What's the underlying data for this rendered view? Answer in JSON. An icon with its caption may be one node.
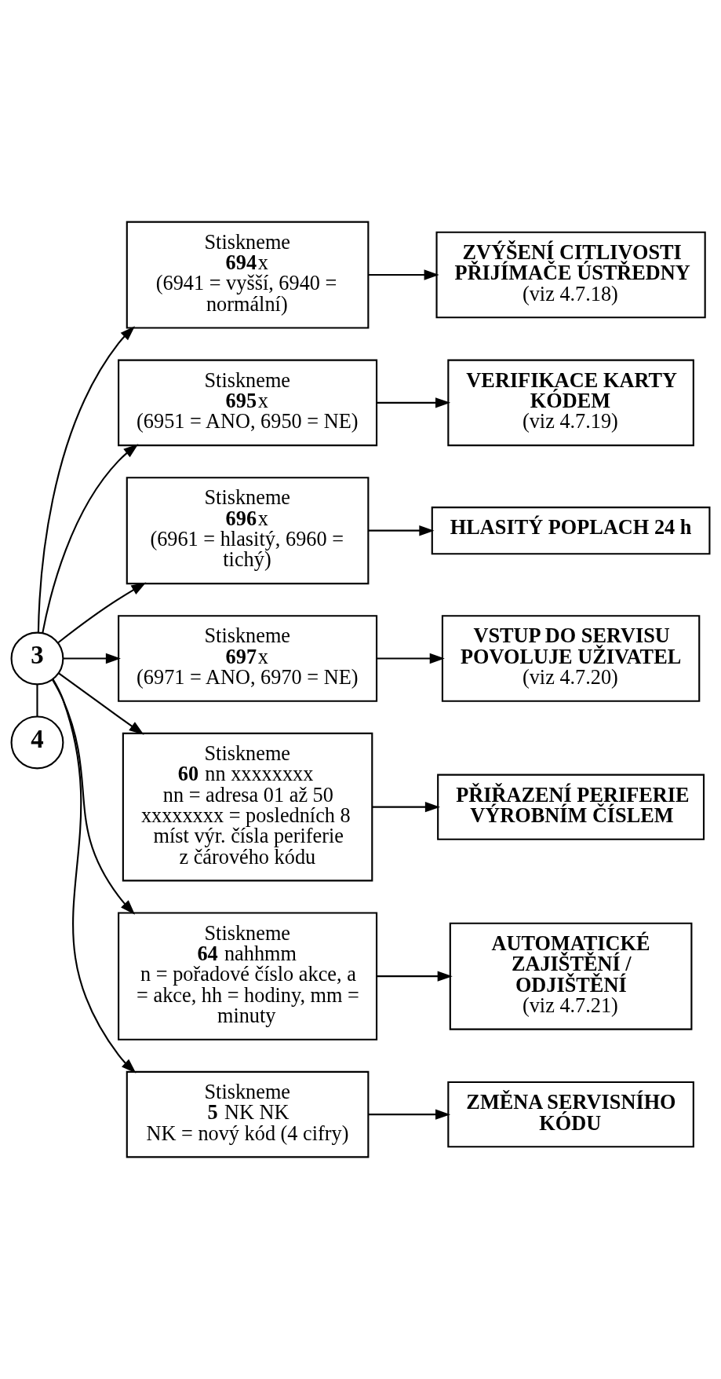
{
  "diagram": {
    "nodes": [
      {
        "text": [
          "3"
        ]
      },
      {
        "text": [
          "Stiskneme",
          "**694**x",
          "(6941 = vyšší, 6940 = normální)"
        ]
      },
      {
        "text": [
          "ZVÝŠENÍ CITLIVOSTI PŘIJÍMAČE ÚSTŘEDNY",
          "(viz 4.7.18)"
        ]
      },
      {
        "text": [
          "Stiskneme",
          "**695**x",
          "(6951 = ANO, 6950 = NE)"
        ]
      },
      {
        "text": [
          "VERIFIKACE KARTY KÓDEM",
          "(viz 4.7.19)"
        ]
      },
      {
        "text": [
          "Stiskneme",
          "**696**x",
          "(6961 = hlasitý, 6960 = tichý)"
        ]
      },
      {
        "text": [
          "HLASITÝ POPLACH 24 h"
        ]
      },
      {
        "text": [
          "Stiskneme",
          "**697**x",
          "(6971 = ANO, 6970 = NE)"
        ]
      },
      {
        "text": [
          "VSTUP DO SERVISU POVOLUJE UŽIVATEL",
          "(viz 4.7.20)"
        ]
      },
      {
        "text": [
          "Stiskneme",
          "**60** nn xxxxxxxx",
          "nn = adresa 01 až 50",
          "xxxxxxxx = posledních 8 míst výr. čísla periferie z čárového kódu"
        ]
      },
      {
        "text": [
          "PŘIŘAZENÍ PERIFERIE VÝROBNÍM ČÍSLEM"
        ]
      },
      {
        "text": [
          "Stiskneme",
          "**64** nahhmm",
          "n = pořadové číslo akce, a = akce, hh = hodiny, mm = minuty"
        ]
      },
      {
        "text": [
          "AUTOMATICKÉ ZAJIŠTĚNÍ / ODJIŠTĚNÍ",
          "(viz 4.7.21)"
        ]
      },
      {
        "text": [
          "Stiskneme",
          "**5** NK NK",
          "NK = nový kód (4 cifry)"
        ]
      },
      {
        "text": [
          "ZMĚNA SERVISNÍHO KÓDU"
        ]
      },
      {
        "text": [
          "4"
        ]
      }
    ],
    "edges": [
      {
        "from": 0,
        "to": 15,
        "arrow": "none"
      },
      {
        "from": 0,
        "to": 1,
        "arrow": "to"
      },
      {
        "from": 1,
        "to": 2,
        "arrow": "to"
      },
      {
        "from": 0,
        "to": 3,
        "arrow": "to"
      },
      {
        "from": 3,
        "to": 4,
        "arrow": "to"
      },
      {
        "from": 0,
        "to": 5,
        "arrow": "to"
      },
      {
        "from": 5,
        "to": 6,
        "arrow": "to"
      },
      {
        "from": 0,
        "to": 7,
        "arrow": "to"
      },
      {
        "from": 7,
        "to": 8,
        "arrow": "to"
      },
      {
        "from": 0,
        "to": 9,
        "arrow": "to"
      },
      {
        "from": 9,
        "to": 10,
        "arrow": "to"
      },
      {
        "from": 0,
        "to": 11,
        "arrow": "to"
      },
      {
        "from": 11,
        "to": 12,
        "arrow": "to"
      },
      {
        "from": 0,
        "to": 13,
        "arrow": "to"
      },
      {
        "from": 13,
        "to": 14,
        "arrow": "to"
      }
    ]
  }
}
